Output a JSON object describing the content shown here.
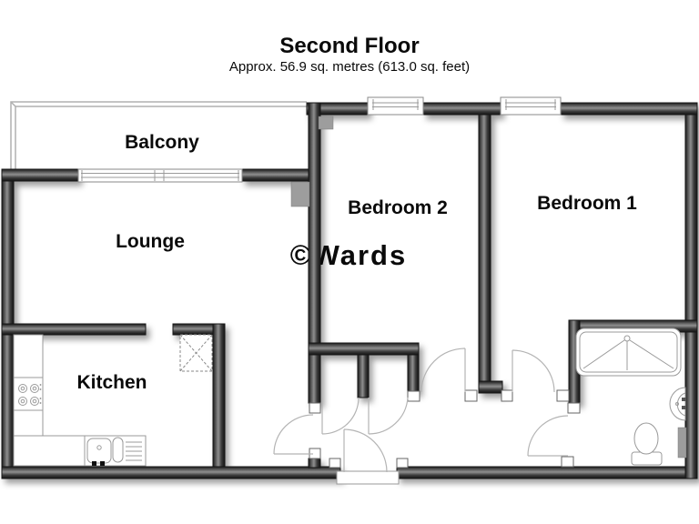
{
  "title": "Second Floor",
  "subtitle": "Approx. 56.9 sq. metres (613.0 sq. feet)",
  "watermark": "©Wards",
  "rooms": {
    "balcony": "Balcony",
    "lounge": "Lounge",
    "kitchen": "Kitchen",
    "bedroom2": "Bedroom 2",
    "bedroom1": "Bedroom 1"
  },
  "colors": {
    "wall_fill": "#4a4a4a",
    "wall_outline": "#141414",
    "thin_line": "#b0b0b0",
    "fixture_line": "#999999",
    "pillar_gray": "#9d9d9d",
    "watermark": "#ececec",
    "label_text": "#0a0a0a",
    "background": "#ffffff"
  }
}
